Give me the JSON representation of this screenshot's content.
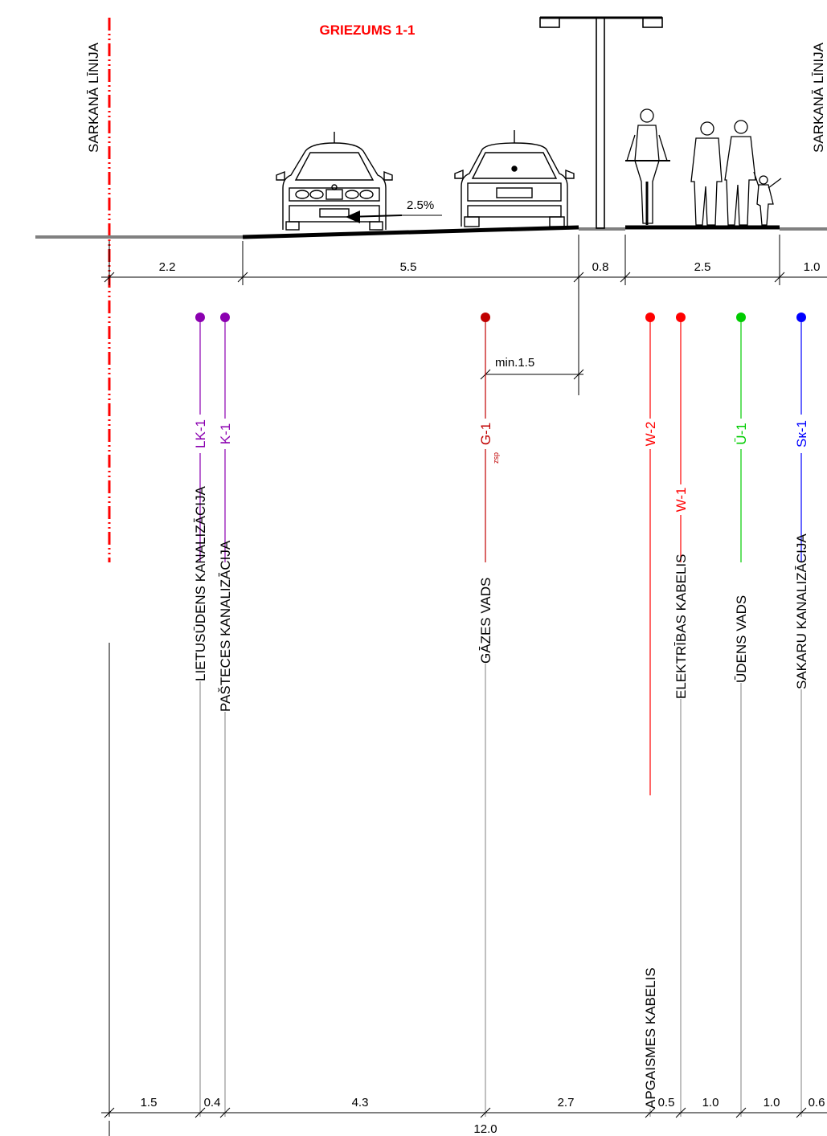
{
  "title": "GRIEZUMS 1-1",
  "red_line_label": "SARKANĀ LĪNIJA",
  "slope_label": "2.5%",
  "min_label": "min.1.5",
  "gas_sub": "zsp",
  "colors": {
    "red": "#ff0000",
    "purple": "#8b00b0",
    "dark_red": "#c00000",
    "green": "#00cc00",
    "blue": "#0000ff",
    "gray": "#808080"
  },
  "top_dims": [
    "2.2",
    "5.5",
    "0.8",
    "2.5",
    "1.0"
  ],
  "bottom_dims": [
    "1.5",
    "0.4",
    "4.3",
    "2.7",
    "0.5",
    "1.0",
    "1.0",
    "0.6"
  ],
  "total_dim": "12.0",
  "utilities": [
    {
      "tag": "LK-1",
      "name": "LIETUSŪDENS KANALIZĀCIJA",
      "color": "#8b00b0"
    },
    {
      "tag": "K-1",
      "name": "PAŠTECES KANALIZĀCIJA",
      "color": "#8b00b0"
    },
    {
      "tag": "G-1",
      "name": "GĀZES VADS",
      "color": "#c00000"
    },
    {
      "tag": "W-2",
      "name": "APGAISMES KABELIS",
      "color": "#ff0000"
    },
    {
      "tag": "W-1",
      "name": "ELEKTRĪBAS KABELIS",
      "color": "#ff0000"
    },
    {
      "tag": "Ū-1",
      "name": "ŪDENS VADS",
      "color": "#00cc00"
    },
    {
      "tag": "Sк-1",
      "name": "SAKARU KANALIZĀCIJA",
      "color": "#0000ff"
    }
  ]
}
